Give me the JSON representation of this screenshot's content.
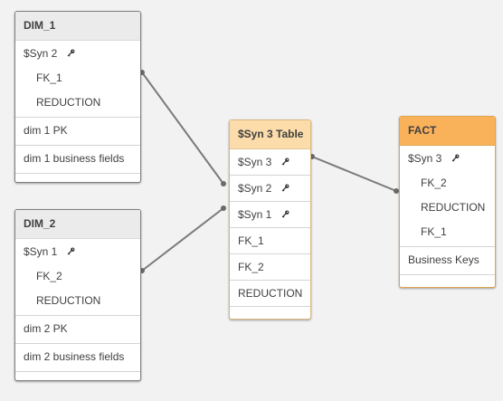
{
  "tables": {
    "dim_1": {
      "title": "DIM_1",
      "synthetic_key": "$Syn 2",
      "synthetic_fields": [
        "FK_1",
        "REDUCTION"
      ],
      "fields": [
        "dim 1 PK",
        "dim 1 business fields"
      ]
    },
    "dim_2": {
      "title": "DIM_2",
      "synthetic_key": "$Syn 1",
      "synthetic_fields": [
        "FK_2",
        "REDUCTION"
      ],
      "fields": [
        "dim 2 PK",
        "dim 2 business fields"
      ]
    },
    "syn_3_table": {
      "title": "$Syn 3 Table",
      "key_fields": [
        "$Syn 3",
        "$Syn 2",
        "$Syn 1"
      ],
      "fields": [
        "FK_1",
        "FK_2",
        "REDUCTION"
      ]
    },
    "fact": {
      "title": "FACT",
      "synthetic_key": "$Syn 3",
      "synthetic_fields": [
        "FK_2",
        "REDUCTION",
        "FK_1"
      ],
      "fields": [
        "Business Keys"
      ]
    }
  },
  "icons": {
    "key_field": "key-icon"
  },
  "colors": {
    "background": "#f2f2f2",
    "link_line": "#7a7a7a",
    "synthetic_table_header": "#fcdcaa",
    "fact_table_header": "#f9b15a"
  }
}
